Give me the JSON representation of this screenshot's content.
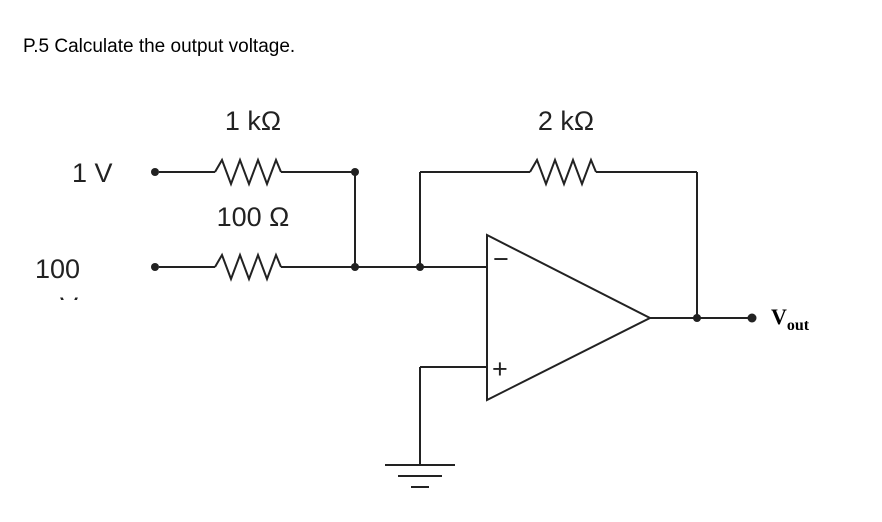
{
  "question": "P.5 Calculate the output voltage.",
  "circuit": {
    "r1_label": "1 kΩ",
    "r2_label": "100 Ω",
    "rf_label": "2 kΩ",
    "v1_label": "1 V",
    "v2_label": "100",
    "v2_unit_cut": "V",
    "vout_label": "V",
    "vout_sub": "out",
    "minus_sign": "−",
    "plus_sign": "+"
  }
}
